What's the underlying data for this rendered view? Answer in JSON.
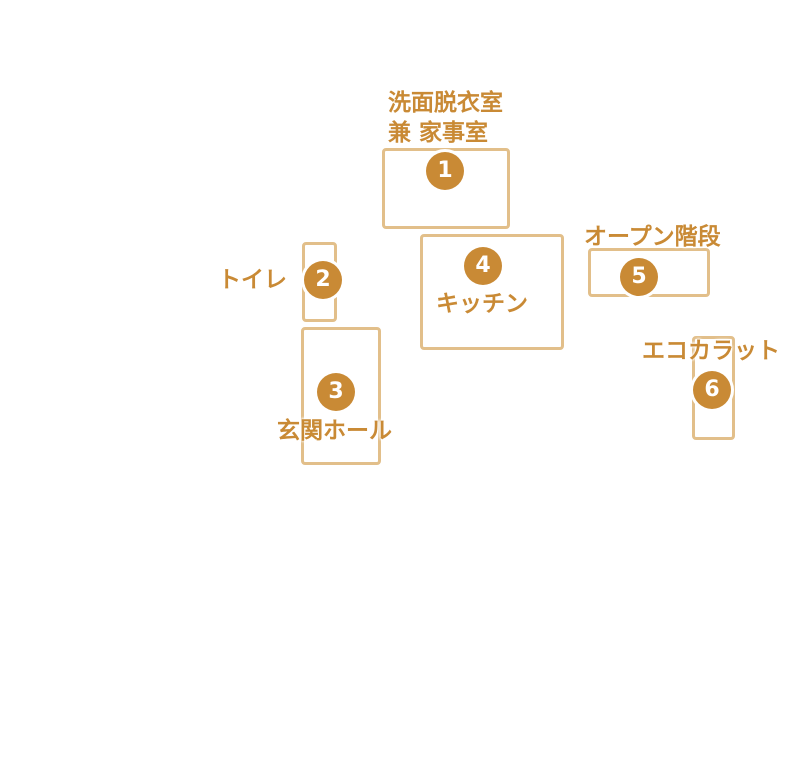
{
  "colors": {
    "accent": "#c98a35",
    "outline": "#e2bf8a",
    "background": "#ffffff"
  },
  "areas": [
    {
      "id": "1",
      "number": "1",
      "label_lines": [
        "洗面脱衣室",
        "兼 家事室"
      ]
    },
    {
      "id": "2",
      "number": "2",
      "label_lines": [
        "トイレ"
      ]
    },
    {
      "id": "3",
      "number": "3",
      "label_lines": [
        "玄関ホール"
      ]
    },
    {
      "id": "4",
      "number": "4",
      "label_lines": [
        "キッチン"
      ]
    },
    {
      "id": "5",
      "number": "5",
      "label_lines": [
        "オープン階段"
      ]
    },
    {
      "id": "6",
      "number": "6",
      "label_lines": [
        "エコカラット"
      ]
    }
  ]
}
